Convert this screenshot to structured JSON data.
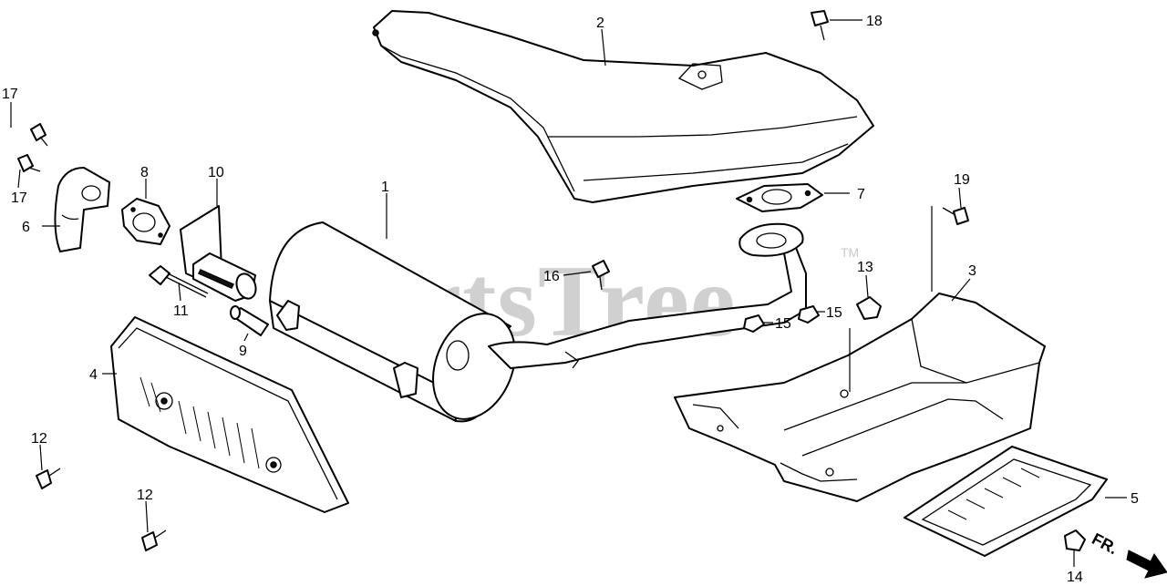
{
  "watermark": {
    "text": "PartsTree",
    "trademark": "TM"
  },
  "direction": {
    "label": "FR."
  },
  "callouts": {
    "c1": "1",
    "c2": "2",
    "c3": "3",
    "c4": "4",
    "c5": "5",
    "c6": "6",
    "c7": "7",
    "c8": "8",
    "c9": "9",
    "c10": "10",
    "c11": "11",
    "c12a": "12",
    "c12b": "12",
    "c13": "13",
    "c14": "14",
    "c15a": "15",
    "c15b": "15",
    "c16": "16",
    "c17a": "17",
    "c17b": "17",
    "c18": "18",
    "c19": "19"
  }
}
